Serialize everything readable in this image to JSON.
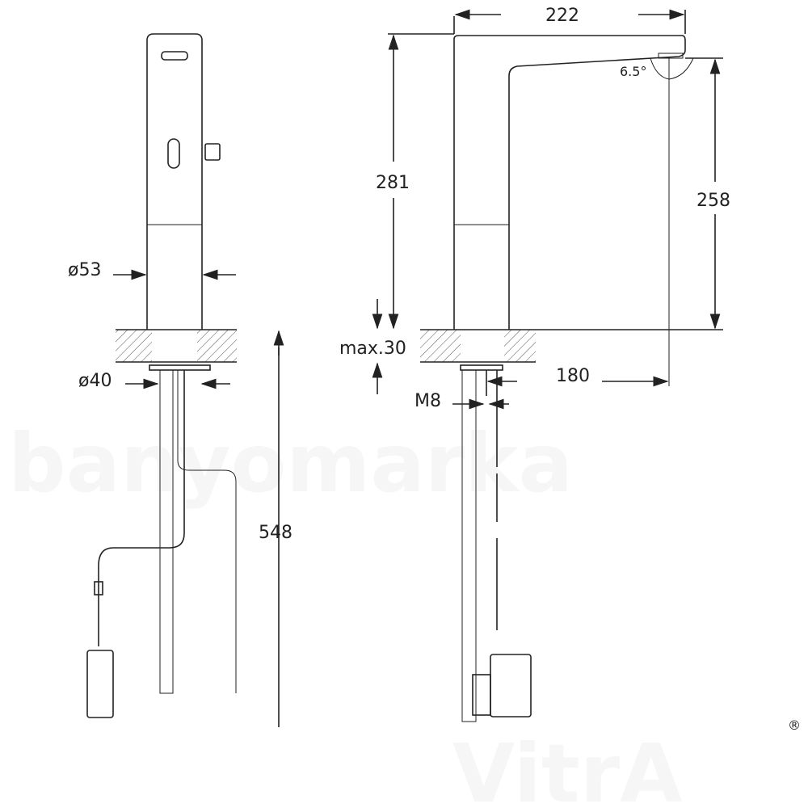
{
  "watermark": {
    "top": "banyomarka",
    "bottom": "VitrA",
    "registered": "®"
  },
  "front_view": {
    "dia_body": "ø53",
    "dia_base": "ø40",
    "total_length": "548"
  },
  "side_view": {
    "spout_reach": "222",
    "height": "281",
    "outlet_height": "258",
    "spout_angle": "6.5°",
    "max_thickness": "max.30",
    "clearance": "180",
    "thread": "M8"
  },
  "colors": {
    "line": "#222222",
    "watermark": "#f6f6f6"
  }
}
